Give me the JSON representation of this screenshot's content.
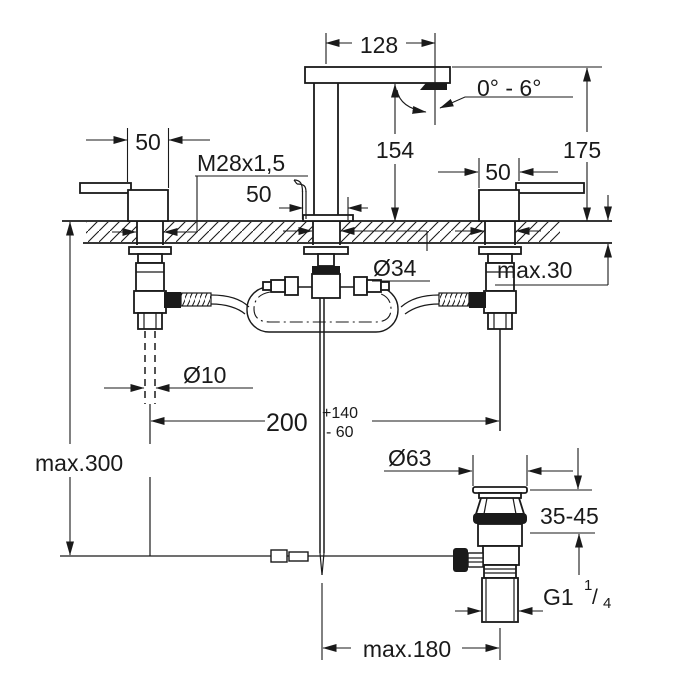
{
  "colors": {
    "line": "#1a1a1a",
    "background": "#ffffff"
  },
  "labels": {
    "spout_reach": "128",
    "swivel_angle": "0° - 6°",
    "spout_outlet_height": "154",
    "overall_height": "175",
    "left_handle_width": "50",
    "right_handle_width": "50",
    "pull_rod_offset": "50",
    "shank_thread": "M28x1,5",
    "mounting_hole_diameter": "Ø34",
    "deck_thickness": "max.30",
    "pull_rod_diameter": "Ø10",
    "pull_rod_length": "200",
    "pull_rod_length_plus": "+140",
    "pull_rod_length_minus": "- 60",
    "max_mounting_depth": "max.300",
    "waste_flange_diameter": "Ø63",
    "basin_thickness_range": "35-45",
    "waste_thread_base": "G1",
    "waste_thread_numerator": "1",
    "waste_thread_slash": "/",
    "waste_thread_denominator": "4",
    "horizontal_rod_reach": "max.180"
  }
}
